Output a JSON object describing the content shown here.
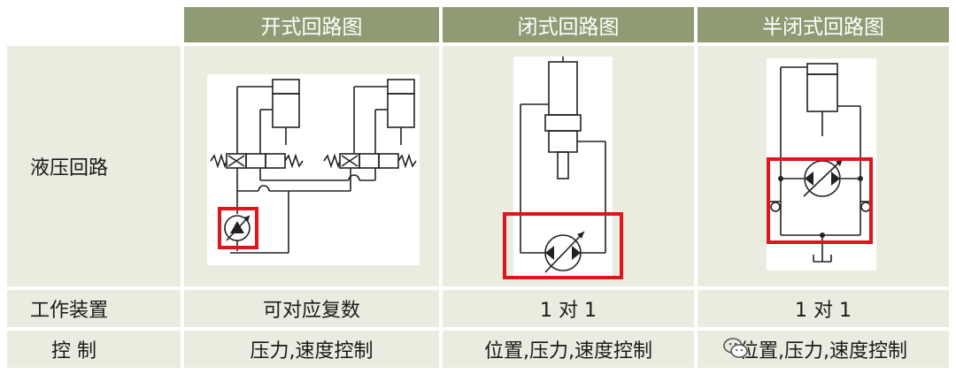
{
  "headers": [
    "开式回路图",
    "闭式回路图",
    "半闭式回路图"
  ],
  "rows": [
    {
      "label": "液压回路"
    },
    {
      "label": "工作装置",
      "cells": [
        "可对应复数",
        "1 对 1",
        "1 对 1"
      ]
    },
    {
      "label": "控 制",
      "cells": [
        "压力,速度控制",
        "位置,压力,速度控制",
        "位置,压力,速度控制"
      ]
    }
  ],
  "colors": {
    "header_bg": "#8f9b73",
    "cell_bg": "#e9ecdf",
    "highlight": "#e0141c"
  },
  "watermark_icon": "wechat-icon"
}
